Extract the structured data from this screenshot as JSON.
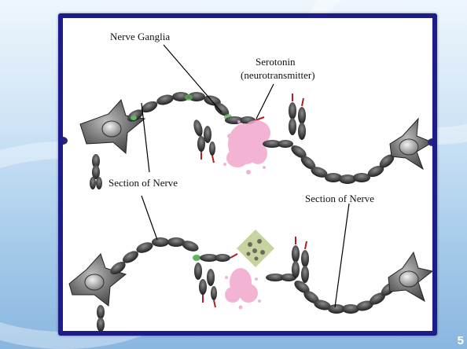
{
  "labels": {
    "nerve_ganglia": "Nerve Ganglia",
    "serotonin_line1": "Serotonin",
    "serotonin_line2": "(neurotransmitter)",
    "section_left": "Section of Nerve",
    "section_right": "Section of Nerve"
  },
  "page_number": "5",
  "colors": {
    "frame": "#1d1c8a",
    "neuron_fill": "#555555",
    "serotonin": "#f2a8cc",
    "ganglia_highlight": "#5fb55f",
    "axon_terminal": "#b02020",
    "receptor_patch": "#b9c98a"
  }
}
